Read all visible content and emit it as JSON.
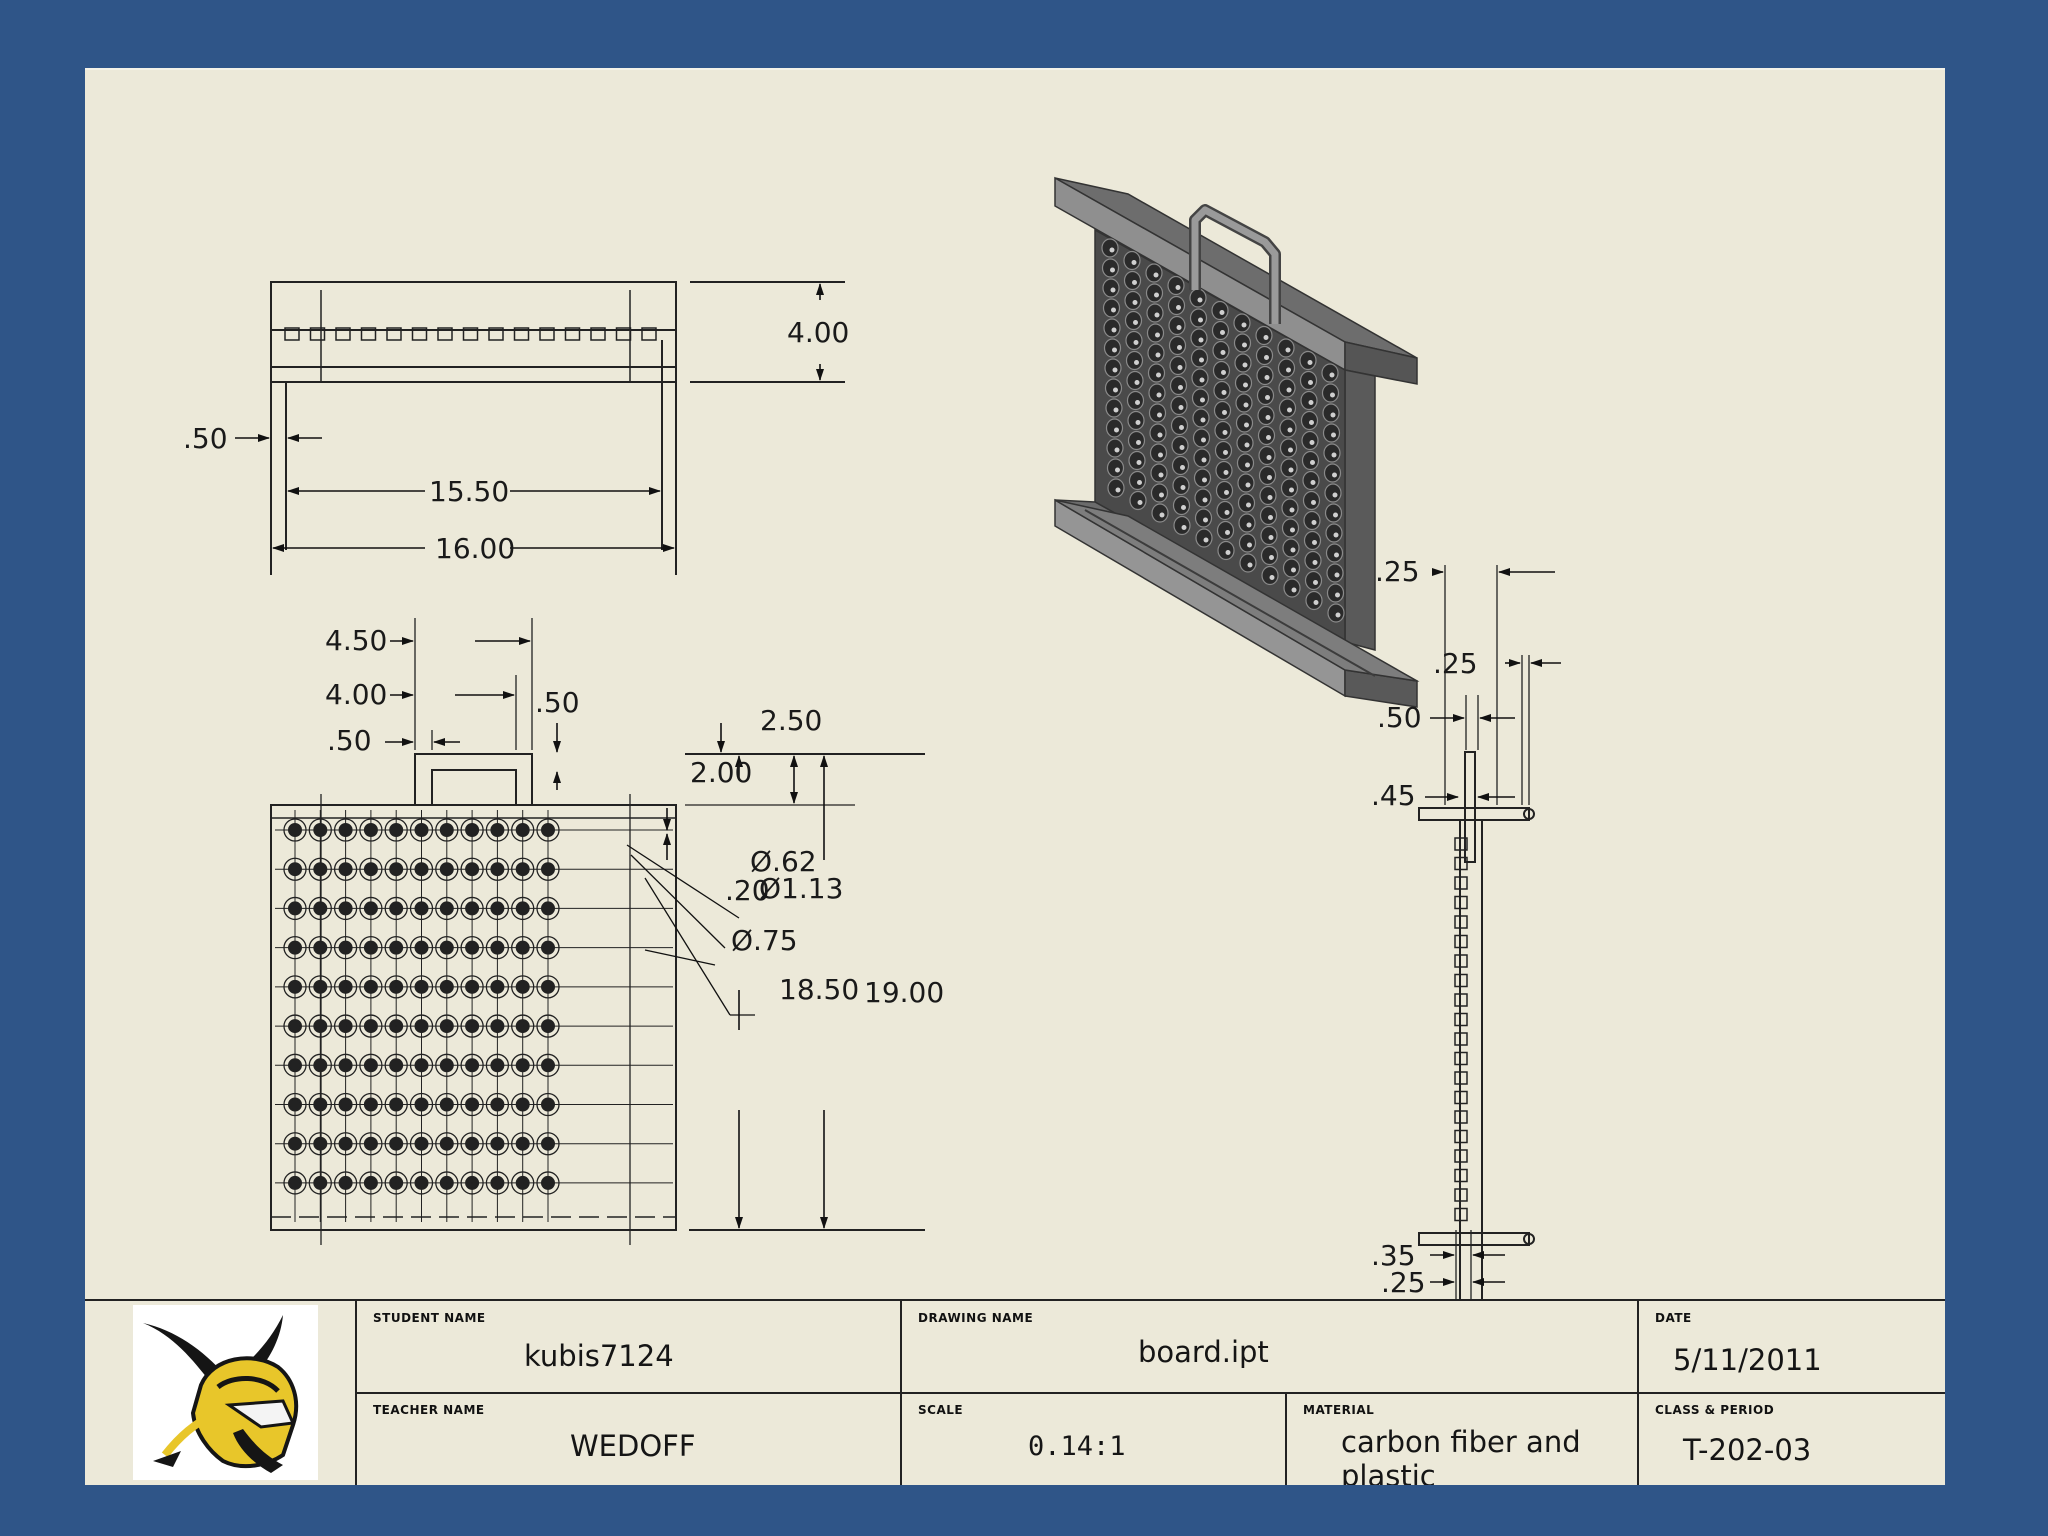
{
  "dimensions": {
    "top_view": {
      "height": "4.00",
      "offset": ".50",
      "inner_width": "15.50",
      "outer_width": "16.00"
    },
    "front_view": {
      "handle_outer": "4.50",
      "handle_inner": "4.00",
      "handle_wall": ".50",
      "handle_gap": ".50",
      "handle_height": "2.50",
      "handle_top": "2.00",
      "hole_small": "Ø.62",
      "hole_edge": ".20",
      "hole_large": "Ø1.13",
      "hole_mid": "Ø.75",
      "inner_height": "18.50",
      "total_height": "19.00"
    },
    "side_view": {
      "top_a": ".25",
      "top_b": ".25",
      "top_c": ".50",
      "top_d": ".45",
      "bottom_a": ".35",
      "bottom_b": ".25"
    }
  },
  "title_block": {
    "logo_icon": "viking-logo",
    "student_label": "STUDENT NAME",
    "student_value": "kubis7124",
    "teacher_label": "TEACHER NAME",
    "teacher_value": "WEDOFF",
    "drawing_label": "DRAWING NAME",
    "drawing_value": "board.ipt",
    "scale_label": "SCALE",
    "scale_value": "0.14:1",
    "material_label": "MATERIAL",
    "material_value": "carbon fiber and plastic",
    "date_label": "DATE",
    "date_value": "5/11/2011",
    "class_label": "CLASS & PERIOD",
    "class_value": "T-202-03"
  },
  "colors": {
    "background": "#2f5588",
    "sheet": "#ece9d9",
    "line": "#1a1a1a",
    "logo_yellow": "#e8c62a"
  }
}
